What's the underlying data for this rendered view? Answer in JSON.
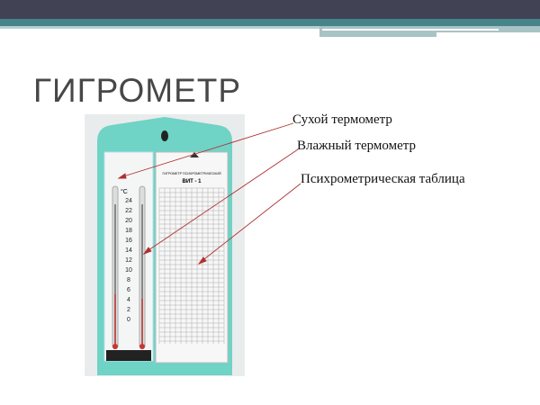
{
  "slide": {
    "title": "ГИГРОМЕТР",
    "labels": [
      "Сухой термометр",
      "Влажный термометр",
      "Психрометрическая таблица"
    ],
    "colors": {
      "header": "#414355",
      "accent": "#468489",
      "arrow": "#b03030",
      "device": "#6fd3c6"
    }
  },
  "photo": {
    "unit": "°C",
    "scale": [
      "24",
      "22",
      "20",
      "18",
      "16",
      "14",
      "12",
      "10",
      "8",
      "6",
      "4",
      "2",
      "0"
    ],
    "table_title": "ГИГРОМЕТР ПСИХРОМЕТРИЧЕСКИЙ",
    "model": "ВИТ - 1"
  }
}
